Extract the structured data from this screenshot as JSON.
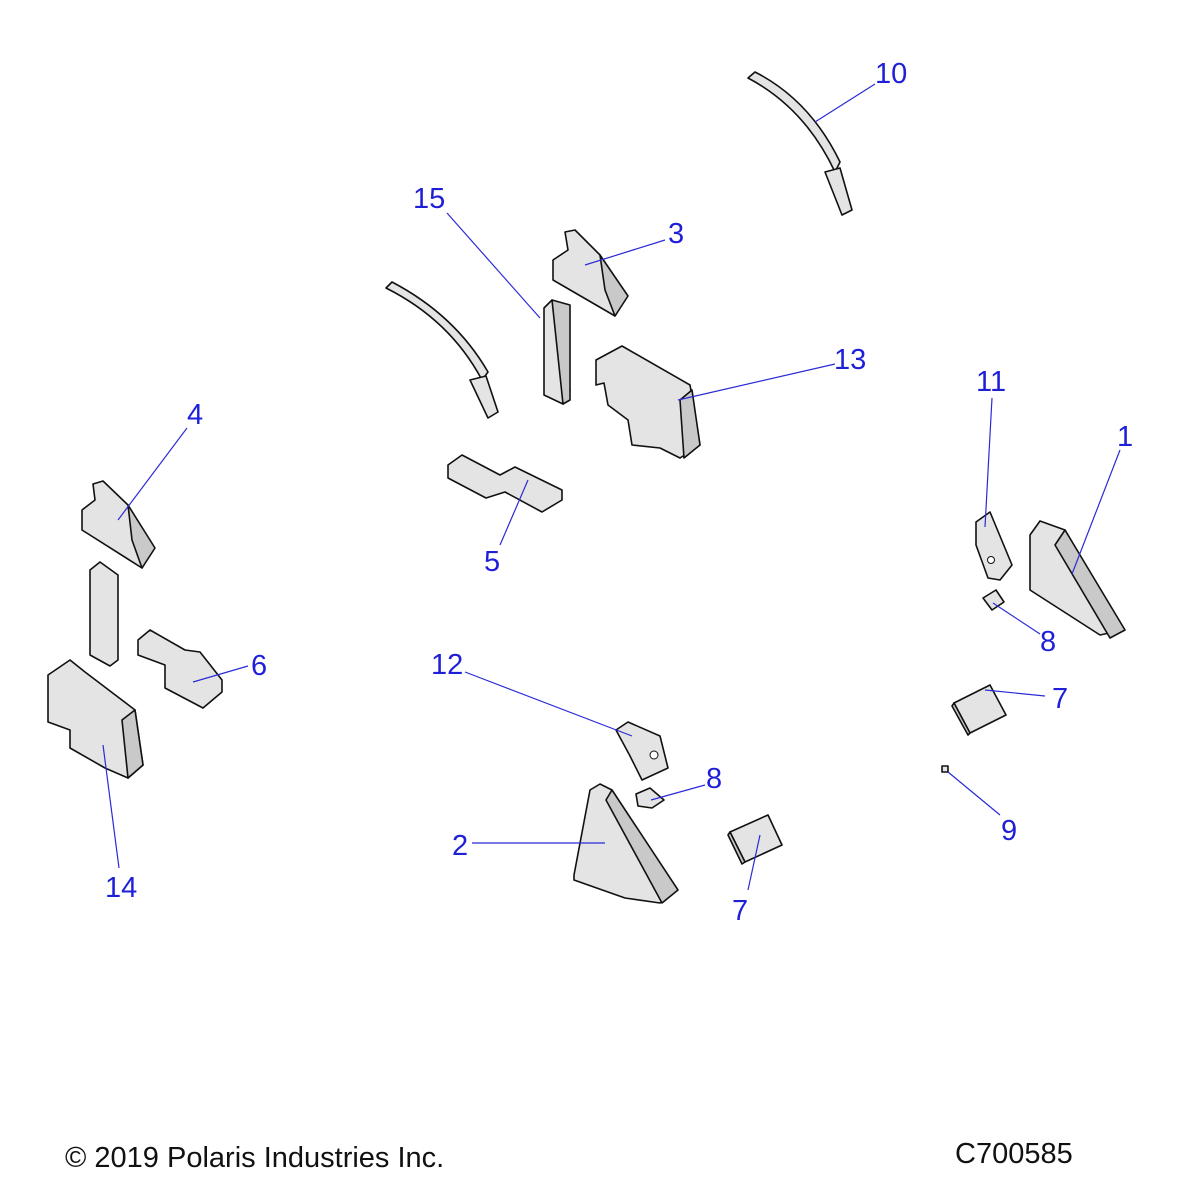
{
  "callouts": {
    "c1": "1",
    "c2": "2",
    "c3": "3",
    "c4": "4",
    "c5": "5",
    "c6": "6",
    "c7a": "7",
    "c7b": "7",
    "c8a": "8",
    "c8b": "8",
    "c9": "9",
    "c10": "10",
    "c11": "11",
    "c12": "12",
    "c13": "13",
    "c14": "14",
    "c15": "15"
  },
  "footer": {
    "copyright": "© 2019 Polaris Industries Inc.",
    "diagram_id": "C700585"
  },
  "colors": {
    "callout": "#1f1fd8",
    "part_fill": "#e4e4e4"
  }
}
